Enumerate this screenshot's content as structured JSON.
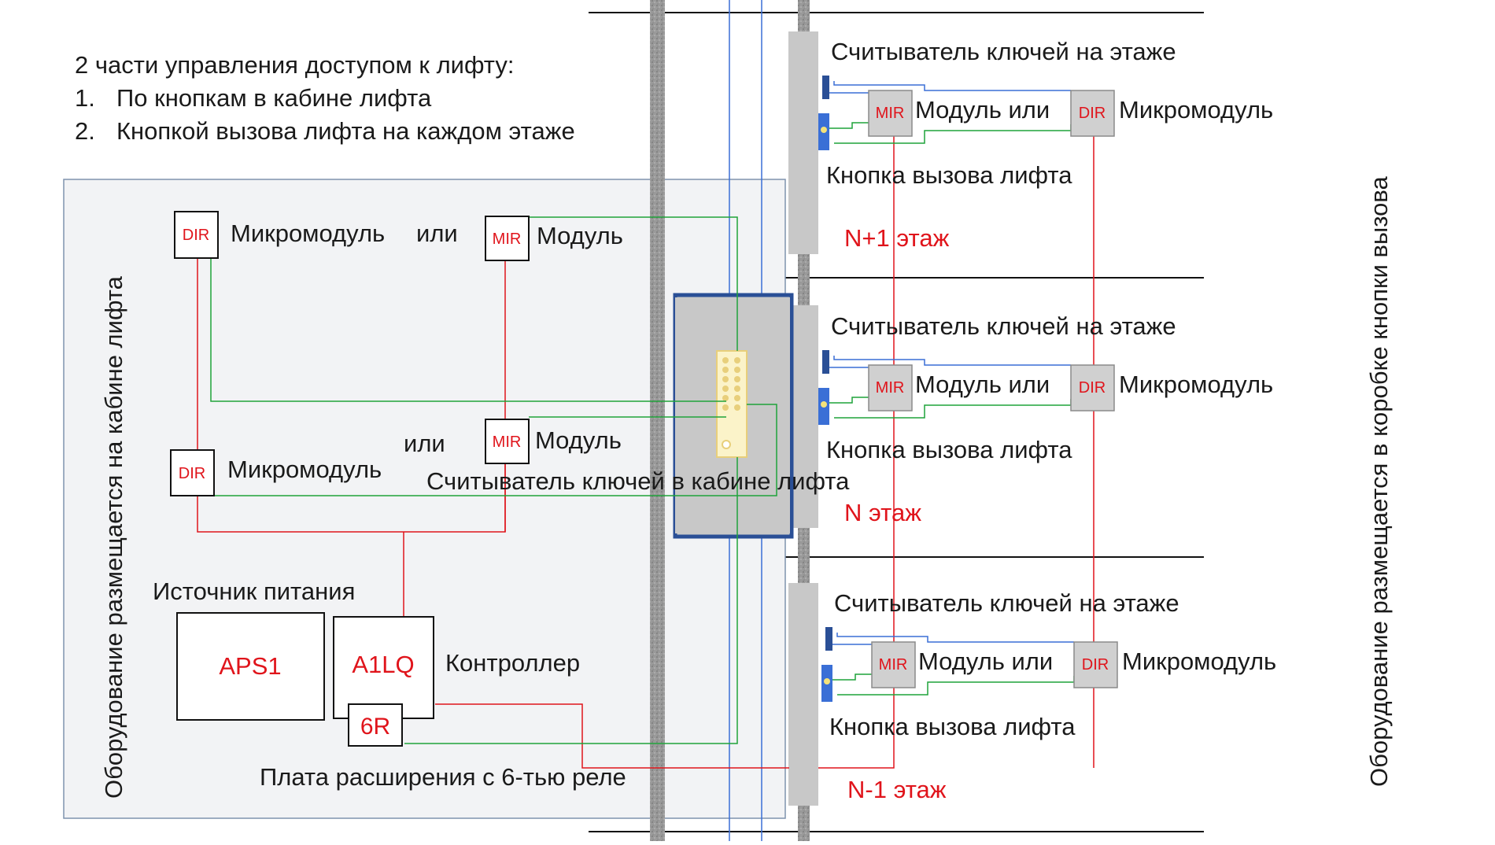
{
  "intro": {
    "title": "2 части управления доступом к лифту:",
    "items": [
      {
        "num": "1.",
        "text": "По кнопкам в кабине лифта"
      },
      {
        "num": "2.",
        "text": "Кнопкой вызова лифта на каждом этаже"
      }
    ]
  },
  "cabin_side": {
    "vertical_label": "Оборудование размещается на кабине лифта",
    "top_row": {
      "dir_box": "DIR",
      "dir_label": "Микромодуль",
      "or_label": "или",
      "mir_box": "MIR",
      "mir_label": "Модуль"
    },
    "mid_row": {
      "or_label": "или",
      "mir_box": "MIR",
      "mir_label": "Модуль",
      "dir_box": "DIR",
      "dir_label": "Микромодуль"
    },
    "reader_label": "Считыватель ключей в кабине лифта",
    "power_label": "Источник питания",
    "power_box": "APS1",
    "controller_box": "A1LQ",
    "controller_label": "Контроллер",
    "relay_box": "6R",
    "relay_label": "Плата расширения с 6-тью реле"
  },
  "floor_side": {
    "vertical_label": "Оборудование размещается в коробке кнопки вызова",
    "floors": [
      {
        "reader": "Считыватель ключей на этаже",
        "mir": "MIR",
        "module_or": "Модуль или",
        "dir": "DIR",
        "micro": "Микромодуль",
        "button": "Кнопка вызова лифта",
        "floor": "N+1 этаж"
      },
      {
        "reader": "Считыватель ключей на этаже",
        "mir": "MIR",
        "module_or": "Модуль или",
        "dir": "DIR",
        "micro": "Микромодуль",
        "button": "Кнопка вызова лифта",
        "floor": "N этаж"
      },
      {
        "reader": "Считыватель ключей на этаже",
        "mir": "MIR",
        "module_or": "Модуль или",
        "dir": "DIR",
        "micro": "Микромодуль",
        "button": "Кнопка вызова лифта",
        "floor": "N-1 этаж"
      }
    ]
  },
  "colors": {
    "power_wire": "#e0141b",
    "data_wire": "#1fa33a",
    "signal_wire": "#3a6fd6",
    "cabin_frame": "#2a4f96",
    "panel_gray": "#c8c8c8"
  }
}
